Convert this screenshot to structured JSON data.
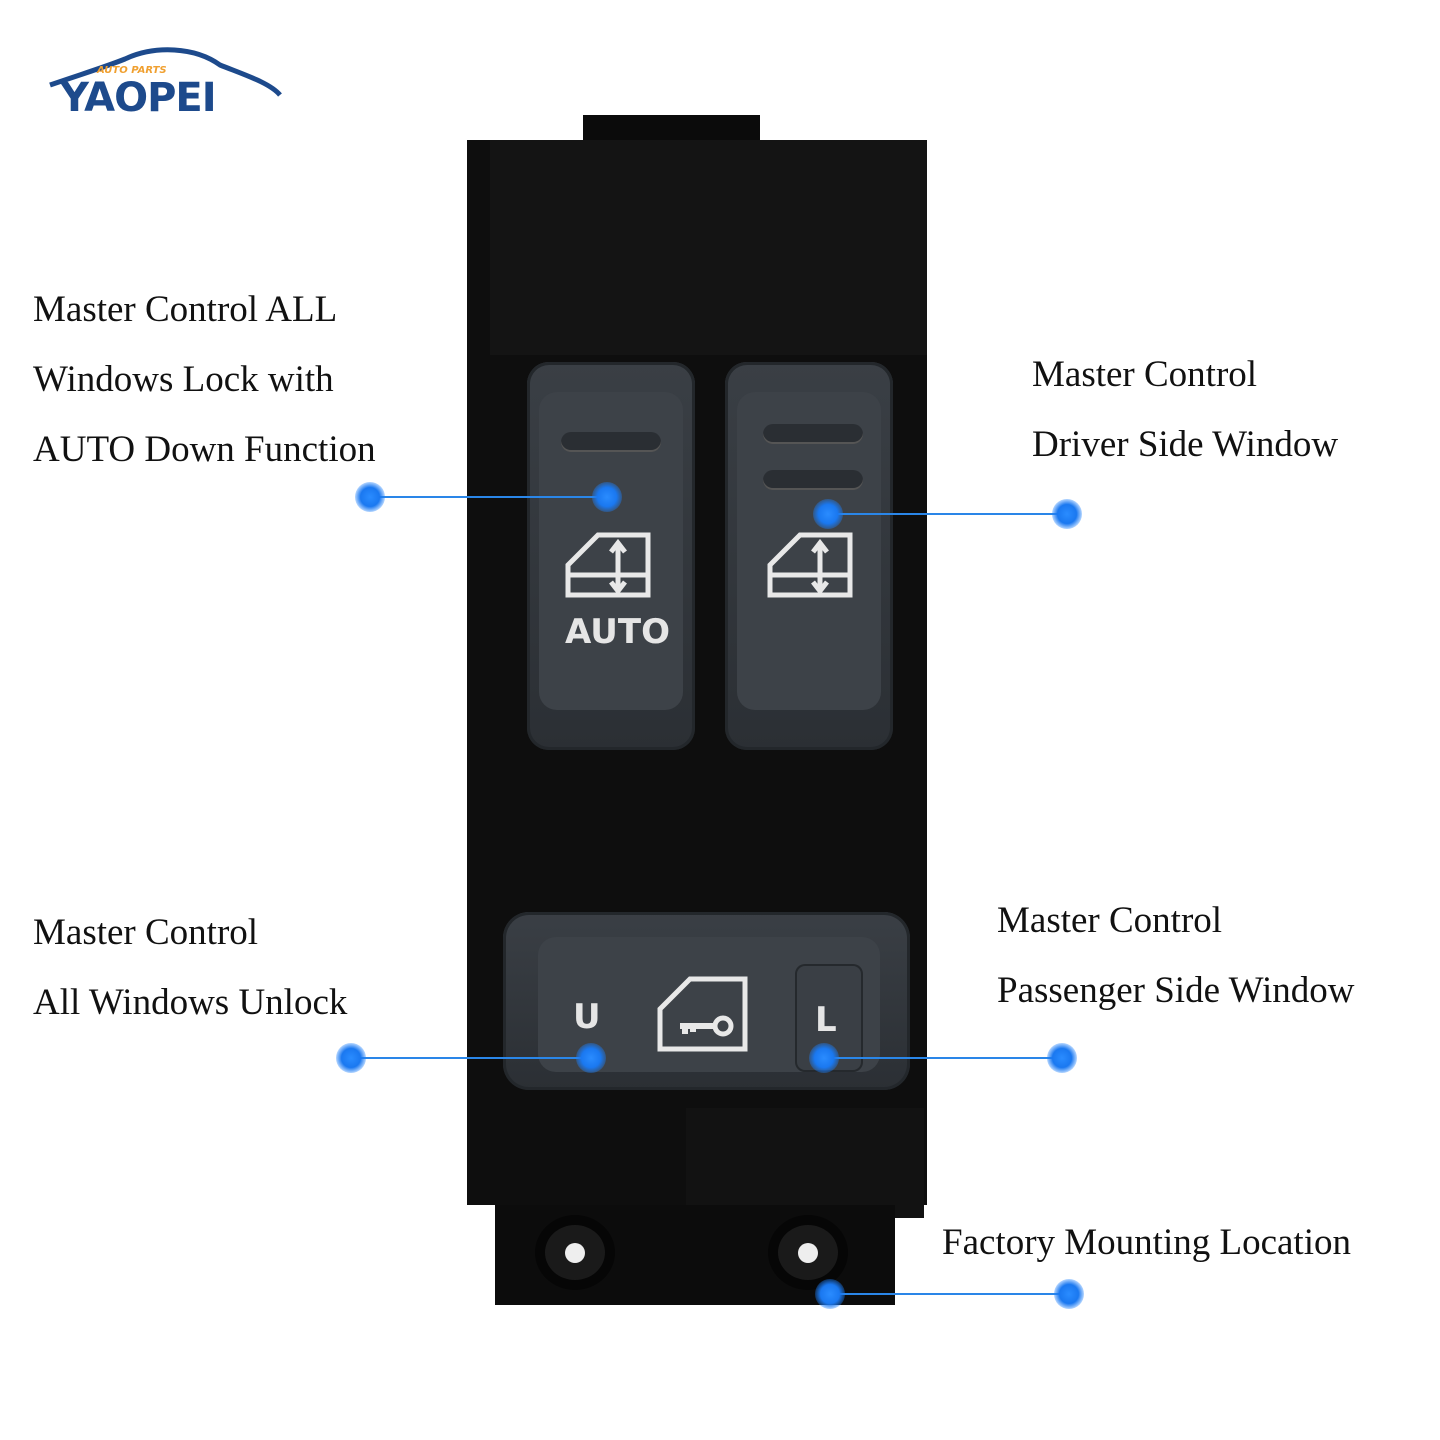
{
  "brand": {
    "name": "YAOPEI",
    "tagline": "AUTO PARTS",
    "colors": {
      "primary": "#1d4a8c",
      "tagline": "#f0a030"
    }
  },
  "callouts": [
    {
      "lines": [
        "Master Control ALL",
        "Windows Lock with",
        " AUTO Down Function"
      ]
    },
    {
      "lines": [
        "Master Control",
        "Driver Side Window"
      ]
    },
    {
      "lines": [
        "Master Control",
        "All Windows Unlock"
      ]
    },
    {
      "lines": [
        "Master Control",
        "Passenger Side Window"
      ]
    },
    {
      "lines": [
        "Factory Mounting Location"
      ]
    }
  ],
  "switch": {
    "auto_label": "AUTO",
    "unlock_label": "U",
    "lock_label": "L"
  },
  "accent_color": "#1a78f0"
}
